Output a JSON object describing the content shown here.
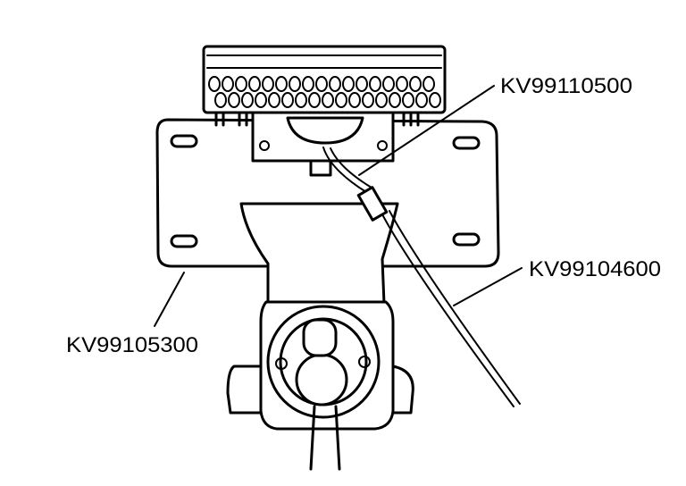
{
  "labels": {
    "wire_harness": "KV99110500",
    "cable": "KV99104600",
    "bracket": "KV99105300"
  }
}
